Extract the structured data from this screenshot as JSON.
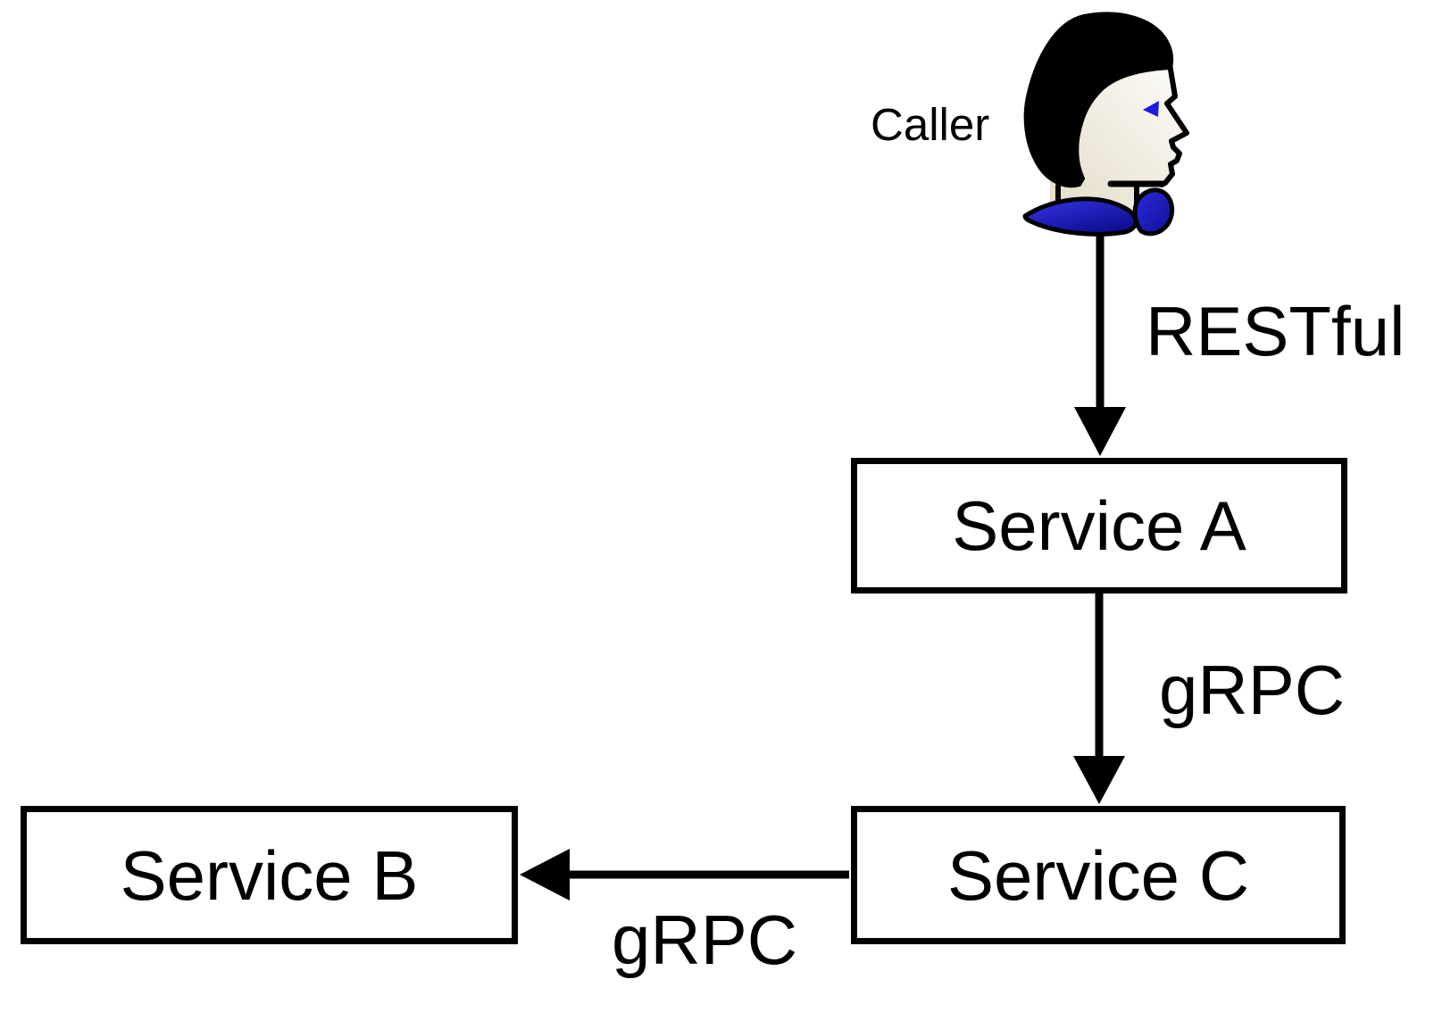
{
  "diagram": {
    "actor": {
      "label": "Caller",
      "icon": "person-head-profile"
    },
    "nodes": [
      {
        "id": "service-a",
        "label": "Service A"
      },
      {
        "id": "service-b",
        "label": "Service B"
      },
      {
        "id": "service-c",
        "label": "Service C"
      }
    ],
    "edges": [
      {
        "from": "Caller",
        "to": "Service A",
        "label": "RESTful",
        "direction": "down"
      },
      {
        "from": "Service A",
        "to": "Service C",
        "label": "gRPC",
        "direction": "down"
      },
      {
        "from": "Service C",
        "to": "Service B",
        "label": "gRPC",
        "direction": "left"
      }
    ],
    "colors": {
      "bg": "#ffffff",
      "stroke": "#000000",
      "hair": "#000000",
      "face_light": "#fdfcf9",
      "face_dark": "#e3dcc8",
      "collar_light": "#3535e8",
      "collar_dark": "#0d0d8f",
      "eye": "#1a1ae0"
    }
  }
}
